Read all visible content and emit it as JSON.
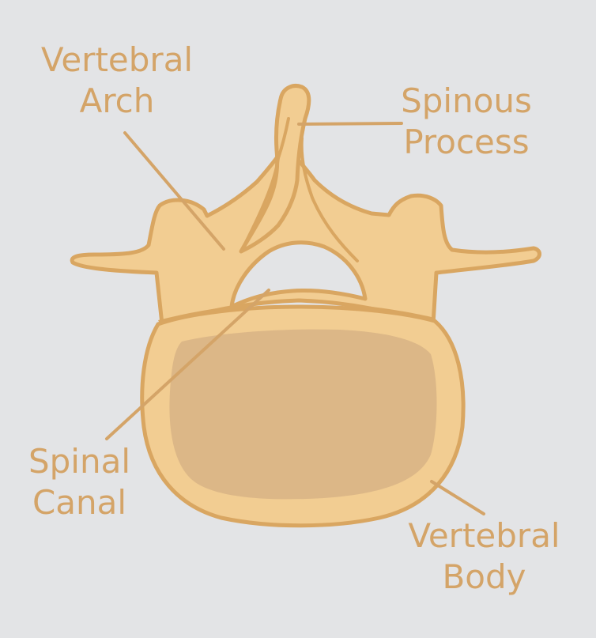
{
  "colors": {
    "background": "#e3e4e6",
    "bone_fill": "#f2cd92",
    "bone_outline": "#d9a661",
    "body_inner": "#dcb787",
    "label_text": "#d4a468"
  },
  "labels": {
    "vertebral_arch": {
      "line1": "Vertebral",
      "line2": "Arch"
    },
    "spinous_process": {
      "line1": "Spinous",
      "line2": "Process"
    },
    "spinal_canal": {
      "line1": "Spinal",
      "line2": "Canal"
    },
    "vertebral_body": {
      "line1": "Vertebral",
      "line2": "Body"
    }
  }
}
